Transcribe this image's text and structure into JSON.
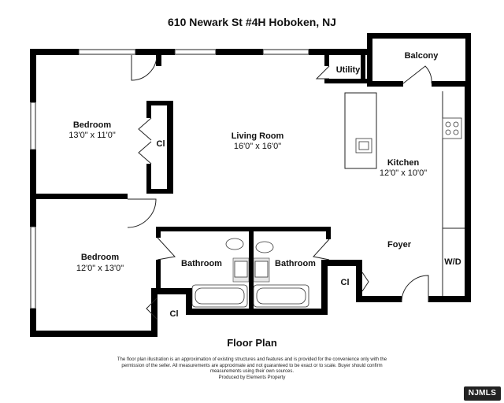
{
  "title": "610 Newark St #4H Hoboken, NJ",
  "plan_title": "Floor Plan",
  "rooms": {
    "bedroom1": {
      "name": "Bedroom",
      "dims": "13'0\" x 11'0\""
    },
    "bedroom2": {
      "name": "Bedroom",
      "dims": "12'0\" x 13'0\""
    },
    "living": {
      "name": "Living Room",
      "dims": "16'0\" x 16'0\""
    },
    "kitchen": {
      "name": "Kitchen",
      "dims": "12'0\" x 10'0\""
    },
    "utility": {
      "name": "Utility"
    },
    "balcony": {
      "name": "Balcony"
    },
    "closet1": {
      "name": "Cl"
    },
    "closet2": {
      "name": "Cl"
    },
    "closet3": {
      "name": "Cl"
    },
    "bath1": {
      "name": "Bathroom"
    },
    "bath2": {
      "name": "Bathroom"
    },
    "foyer": {
      "name": "Foyer"
    },
    "wd": {
      "name": "W/D"
    }
  },
  "disclaimer": {
    "line1": "The floor plan illustration is an approximation of existing structures and features and is provided for the convenience only with the",
    "line2": "permission of the seller. All measurements are approximate and not guaranteed to be exact or to scale. Buyer should confirm",
    "line3": "measurements using their own sources.",
    "line4": "Produced by Elements Property"
  },
  "badge": "NJMLS"
}
